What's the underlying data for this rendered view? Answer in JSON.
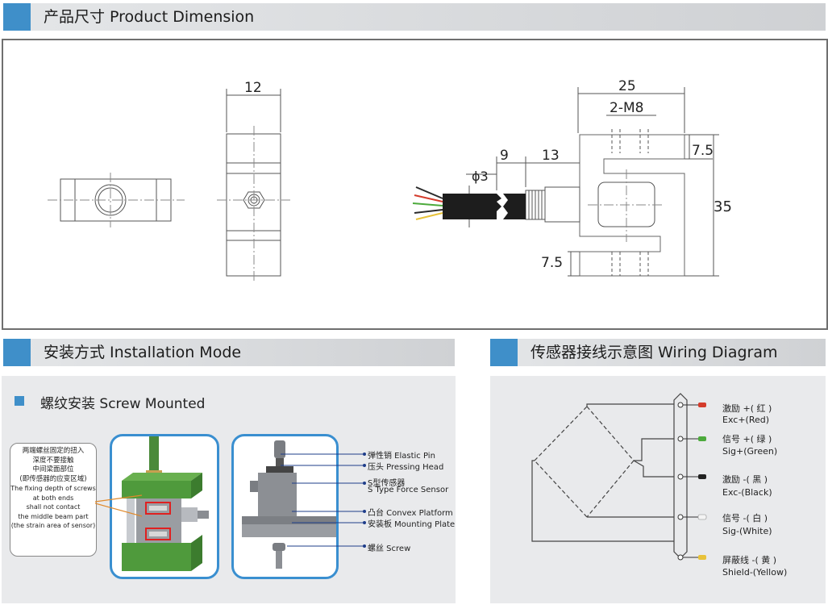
{
  "sections": {
    "dimension": "产品尺寸 Product Dimension",
    "installation": "安装方式 Installation Mode",
    "wiring": "传感器接线示意图 Wiring Diagram"
  },
  "dims": {
    "d12": "12",
    "d25": "25",
    "m8": "2-M8",
    "d7_5a": "7.5",
    "d7_5b": "7.5",
    "d9": "9",
    "d13": "13",
    "phi3": "ϕ3",
    "d35": "35"
  },
  "install": {
    "method": "螺纹安装 Screw Mounted",
    "note_cn": [
      "两端螺丝固定的扭入",
      "深度不要接触",
      "中间梁面部位",
      "(即传感器的应变区域)"
    ],
    "note_en": [
      "The fixing depth of screws",
      "at both ends",
      "shall not contact",
      "the middle beam part",
      "(the strain area of sensor)"
    ],
    "callouts": [
      "弹性销 Elastic Pin",
      "压头 Pressing Head",
      "S型传感器",
      "S Type Force Sensor",
      "凸台 Convex Platform",
      "安装板 Mounting Plate",
      "螺丝 Screw"
    ]
  },
  "wiring": {
    "wires": [
      {
        "cn": "激励 +( 红 )",
        "en": "Exc+(Red)",
        "color": "#d43c2c"
      },
      {
        "cn": "信号 +( 绿 )",
        "en": "Sig+(Green)",
        "color": "#4caa3c"
      },
      {
        "cn": "激励 -( 黑 )",
        "en": "Exc-(Black)",
        "color": "#222222"
      },
      {
        "cn": "信号 -( 白 )",
        "en": "Sig-(White)",
        "color": "#e8e8e8"
      },
      {
        "cn": "屏蔽线 -( 黄 )",
        "en": "Shield-(Yellow)",
        "color": "#e8c23a"
      }
    ]
  },
  "colors": {
    "accent": "#3f8fc9",
    "header_bg": "#d9dbde",
    "frame_blue": "#3a8fd0",
    "sensor_green": "#4f9a3c"
  }
}
